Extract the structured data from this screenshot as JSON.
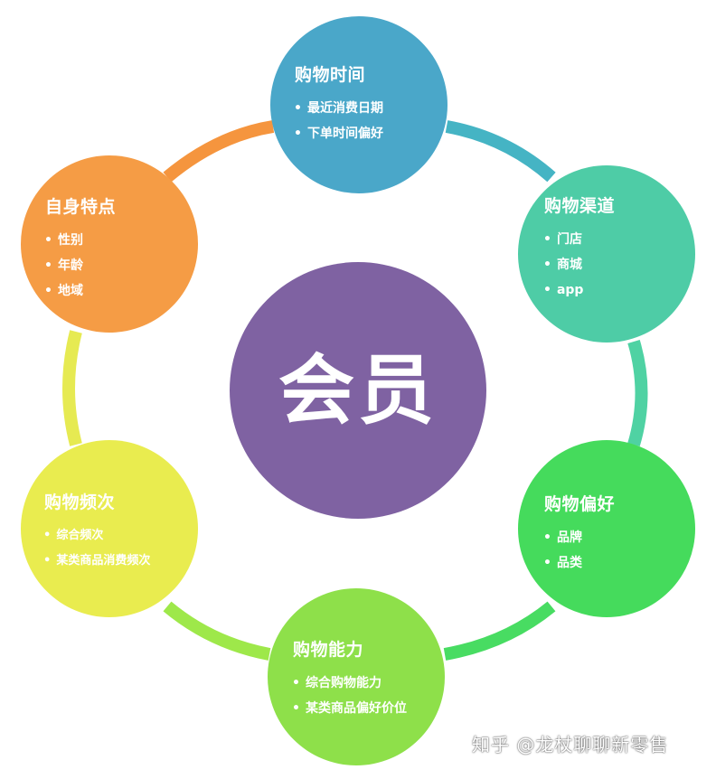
{
  "colors": {
    "center": "#7f62a2",
    "time": "#4aa7c9",
    "channel": "#4ecca6",
    "preference": "#45db5c",
    "ability": "#8ee04a",
    "frequency": "#e9ec4f",
    "self": "#f59c45",
    "ring_time_channel": "#45b4c4",
    "ring_channel_pref": "#4fd2a3",
    "ring_pref_ability": "#48dc62",
    "ring_ability_freq": "#9ee84a",
    "ring_freq_self": "#e6ea52",
    "ring_self_time": "#f5953e"
  },
  "center": {
    "label": "会员"
  },
  "nodes": {
    "time": {
      "title": "购物时间",
      "items": [
        "最近消费日期",
        "下单时间偏好"
      ]
    },
    "channel": {
      "title": "购物渠道",
      "items": [
        "门店",
        "商城",
        "app"
      ]
    },
    "preference": {
      "title": "购物偏好",
      "items": [
        "品牌",
        "品类"
      ]
    },
    "ability": {
      "title": "购物能力",
      "items": [
        "综合购物能力",
        "某类商品偏好价位"
      ]
    },
    "frequency": {
      "title": "购物频次",
      "items": [
        "综合频次",
        "某类商品消费频次"
      ]
    },
    "self": {
      "title": "自身特点",
      "items": [
        "性别",
        "年龄",
        "地域"
      ]
    }
  },
  "watermark": "知乎 @龙杖聊聊新零售"
}
